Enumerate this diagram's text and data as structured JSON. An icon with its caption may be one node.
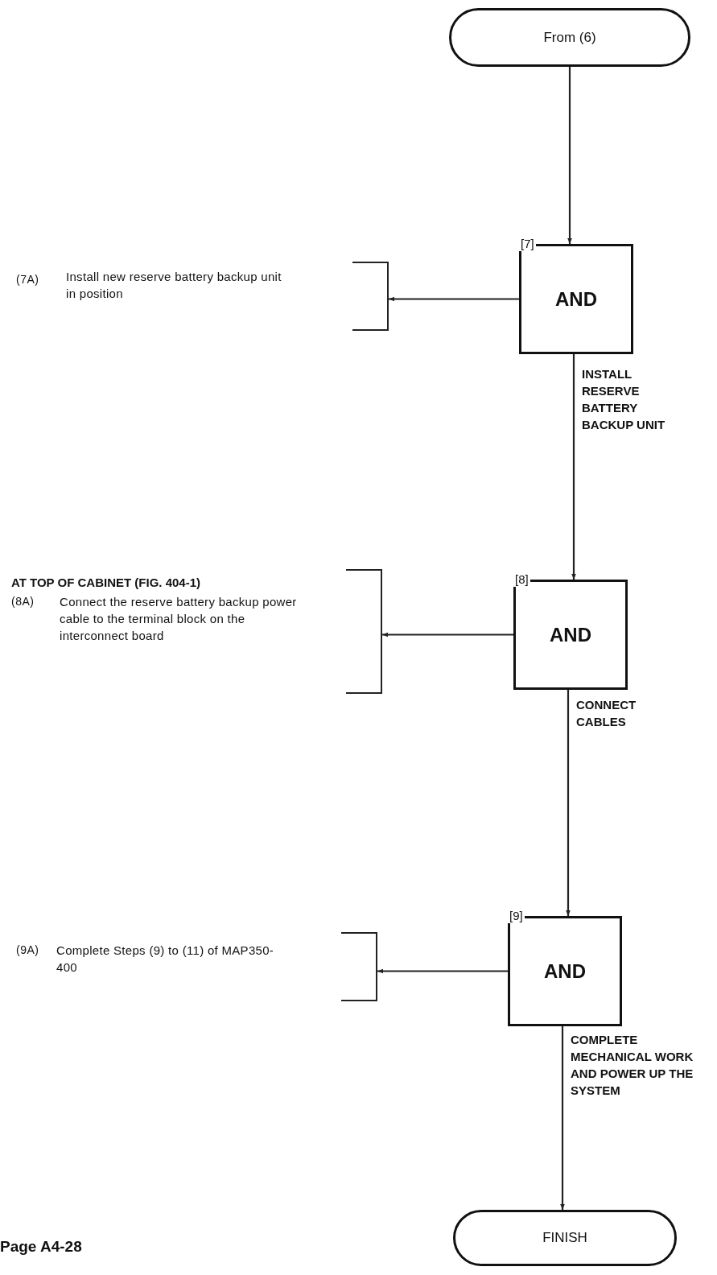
{
  "diagram": {
    "nodes": [
      {
        "text": [
          "From (6)"
        ]
      },
      {
        "text": [
          "[7]",
          "AND"
        ]
      },
      {
        "text": [],
        "shape": "bracket",
        "beside": [
          "(7A)",
          "Install new reserve battery backup unit in position"
        ]
      },
      {
        "text": [
          "[8]",
          "AND"
        ]
      },
      {
        "text": [],
        "shape": "bracket",
        "beside": [
          "AT TOP OF CABINET (FIG. 404-1)",
          "(8A)",
          "Connect the reserve battery backup power cable to the terminal block on the interconnect board"
        ]
      },
      {
        "text": [
          "[9]",
          "AND"
        ]
      },
      {
        "text": [],
        "shape": "bracket",
        "beside": [
          "(9A)",
          "Complete Steps (9) to (11) of MAP350-400"
        ]
      },
      {
        "text": [
          "FINISH"
        ]
      }
    ],
    "edges": [
      {
        "from": 0,
        "to": 1,
        "arrow": "to"
      },
      {
        "from": 1,
        "to": 2,
        "arrow": "to"
      },
      {
        "from": 1,
        "to": 3,
        "arrow": "to",
        "label": "INSTALL RESERVE BATTERY BACKUP UNIT"
      },
      {
        "from": 3,
        "to": 4,
        "arrow": "to"
      },
      {
        "from": 3,
        "to": 5,
        "arrow": "to",
        "label": "CONNECT CABLES"
      },
      {
        "from": 5,
        "to": 6,
        "arrow": "to"
      },
      {
        "from": 5,
        "to": 7,
        "arrow": "to",
        "label": "COMPLETE MECHANICAL WORK AND POWER UP THE SYSTEM"
      }
    ],
    "labels": [
      "Page A4-28"
    ]
  }
}
